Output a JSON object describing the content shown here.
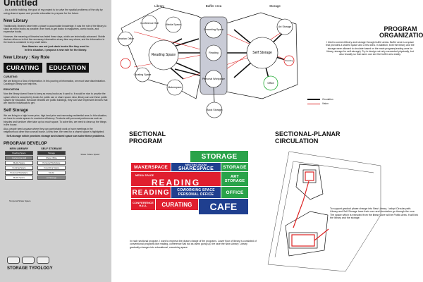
{
  "left": {
    "title": "Untitled",
    "intro": "- As a public building, the goal of my project is to solve the spatial problems of the city by using shared space and provide education to prepare for the future.",
    "new_library": {
      "heading": "New Library",
      "p1": "Traditionally, libraries have been a place to accumulate knowledge. It was the role of the library to stack as many books as possible, from hard-to-get books to magazines, comic books, and expensive books.",
      "p2": "However, the meaning of libraries has faded these days, which are technically advanced. Mobile devices allow us to find the necessary information at any time any where, and the information in the book is contained in very small tubes.",
      "bold1": "Now libraries can not just stack books like they used to.",
      "bold2": "In this situation, I propose a new role for the library."
    },
    "key_role": {
      "heading": "New Library : Key Role",
      "role1": "CURATING",
      "role2": "EDUCATION",
      "curating_head": "CURATING",
      "curating_text": "We are living in a Sea of Information. In this pouring of information, we must have discrimination. Curating in library can help this.",
      "education_head": "EDUCATION",
      "education_text": "Now the library doesn't have to keep as many books as it used to. It would be nice to provide the space which is occupied by books for public use or share space. Also, library can use these public spaces for education. Because libraries are public buildings, they can have expensive devices that are hard for individuals to get."
    },
    "self_storage": {
      "heading": "Self Storage",
      "p1": "We are living in a high home price, high land price and narrowing residential area. In this situation, we have to create spaces to maximize efficiency. Products with personal preferences such as bicycles and furniture often take up too much space. To solve this, we need to clean up the things in the house.",
      "p2": "Also, people need a space where they can comfortably work or have meetings in the neighborhood other than a small house. At this time, the need for a shared space is highlighted.",
      "bold": "Self-storage which provides storage and shared space can solve these problems."
    },
    "develop": {
      "heading": "PROGRAM DEVELOP",
      "col1_head": "NEW LIBRARY",
      "col2_head": "SELF STORAGE",
      "share_label": "Share 'Share Space'",
      "col1_items": [
        "Reading Space",
        "Conference Hall",
        "Media Space",
        "Curating Space",
        "Personal Workplace",
        "Media Space"
      ],
      "col2_items": [
        "Storage",
        "Share Office",
        "Personal Workplace",
        "Coworking Space",
        "Studio",
        "Art Storage"
      ],
      "caption": "Temporal Share Space"
    },
    "typology": "STORAGE TYPOLOGY"
  },
  "diagram": {
    "col_library": "Library",
    "col_buffer": "Buffer Area",
    "col_storage": "Storage",
    "nodes": {
      "conference_hall": "Conference Hall",
      "media_space": "Media Space",
      "librarian_office": "Librarian Office",
      "reading_space": "Reading Space",
      "curating_space": "Curating Space",
      "makerspace": "Makerspace",
      "coworking_space": "Coworking Space",
      "reading": "Reading",
      "personal_workplace": "Personal Workplace",
      "art_storage": "Art Storage",
      "self_storage": "Self Storage",
      "reading_small": "Reading",
      "office": "Office",
      "book_storage": "Book Storage"
    },
    "title": "PROGRAM ORGANIZATION",
    "description": "I tried to connect library and storage through buffer areas. Buffer area is a space that provides a shared space and a rest area. In addition, both the library and the storage were allowed to circulate based on the main program(reading area for library, storage for self-storage). Try to design not only connected physically, but also visually so that users can see the buffer area easily.",
    "legend_circulation": "Circulation",
    "legend_vision": "Vision"
  },
  "sectional_program": {
    "title": "SECTIONAL PROGRAM",
    "storage": "STORAGE",
    "makerspace": "MAKERSPACE",
    "meeting_room": "MEETING ROOM",
    "shares_space": "SHARESPACE",
    "storage2": "STORAGE",
    "media_space": "MEDIA SPACE",
    "reading1": "READING",
    "art_storage": "ART STORAGE",
    "reading2": "READING",
    "coworking": "COWORKING SPACE",
    "personal_office": "PERSONAL OFFICE",
    "office": "OFFICE",
    "conference_hall": "CONFERENCE HALL",
    "curating": "CURATING",
    "cafe": "CAFE",
    "description": "In each sectional program, I want to express the phase change of the programs. Lower floor of library is consisted of conventional programs like reading, conference hall but as users going up, the face the New Library: Library gradually changes into educational, coworking space"
  },
  "sectional_planar": {
    "title": "SECTIONAL-PLANAR CIRCULATION",
    "description": "To support gradual phase change into New Library, I adopt Circular path. Library and Self Storage have their core and circulation go through the core. The space which is extruded from the library core will be Public Area. It will link the library and the storage."
  }
}
